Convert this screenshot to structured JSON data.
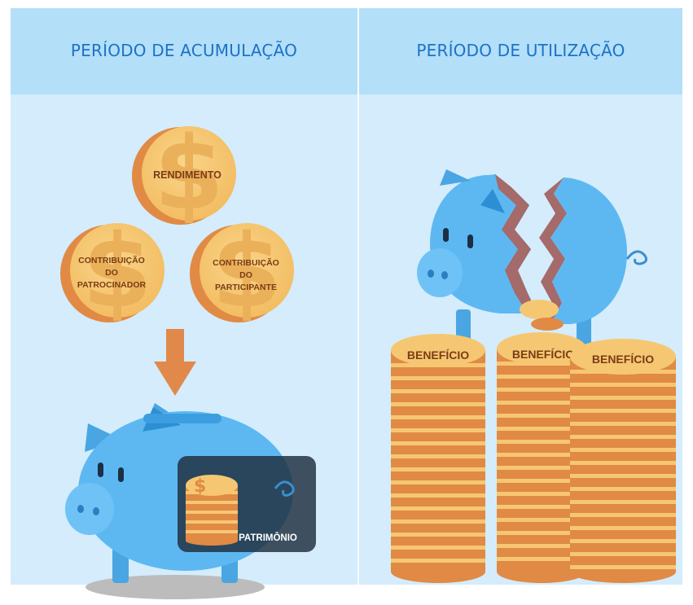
{
  "accumulation": {
    "title": "PERÍODO DE ACUMULAÇÃO",
    "coins": {
      "rendimento": "RENDIMENTO",
      "patrocinador": [
        "CONTRIBUIÇÃO",
        "DO",
        "PATROCINADOR"
      ],
      "participante": [
        "CONTRIBUIÇÃO",
        "DO",
        "PARTICIPANTE"
      ]
    },
    "patrimonio_label": "PATRIMÔNIO"
  },
  "utilization": {
    "title": "PERÍODO DE UTILIZAÇÃO",
    "beneficio_labels": [
      "BENEFÍCIO",
      "BENEFÍCIO",
      "BENEFÍCIO"
    ]
  },
  "colors": {
    "panel_bg": "#d4ecfb",
    "header_band": "#b4dff9",
    "title": "#1b73c5",
    "coin": "#f6c772",
    "coin_edge": "#e08a45",
    "piggy": "#5db8f2",
    "arrow": "#e1894a"
  }
}
